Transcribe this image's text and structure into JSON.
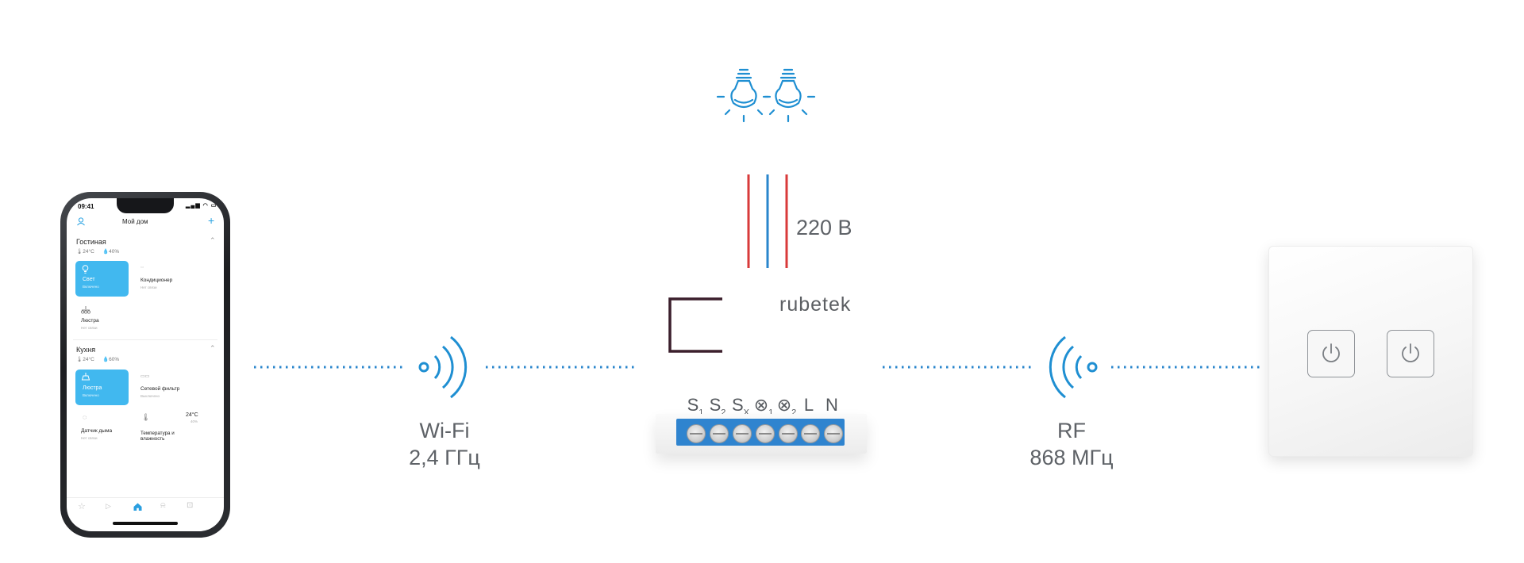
{
  "phone": {
    "status_time": "09:41",
    "header_title": "Мой дом",
    "rooms": [
      {
        "name": "Гостиная",
        "temp": "24°C",
        "humidity": "40%",
        "devices": [
          {
            "name": "Свет",
            "status": "Включено",
            "active": true,
            "icon": "bulb-icon"
          },
          {
            "name": "Кондиционер",
            "status": "Нет связи",
            "active": false,
            "icon": "ac-icon"
          },
          {
            "name": "Люстра",
            "status": "Нет связи",
            "active": false,
            "icon": "chandelier-icon"
          }
        ]
      },
      {
        "name": "Кухня",
        "temp": "24°C",
        "humidity": "60%",
        "devices": [
          {
            "name": "Люстра",
            "status": "Включено",
            "active": true,
            "icon": "chandelier-icon"
          },
          {
            "name": "Сетевой фильтр",
            "status": "Выключено",
            "active": false,
            "icon": "power-strip-icon"
          },
          {
            "name": "Датчик дыма",
            "status": "Нет связи",
            "active": false,
            "icon": "smoke-sensor-icon"
          },
          {
            "name": "Температура и влажность",
            "status": "",
            "active": false,
            "icon": "thermometer-icon",
            "reading_temp": "24°C",
            "reading_hum": "40%"
          }
        ]
      }
    ],
    "tabbar_icons": [
      "star-icon",
      "play-icon",
      "home-icon",
      "bell-icon",
      "lock-icon"
    ]
  },
  "links": {
    "wifi": {
      "title": "Wi-Fi",
      "frequency": "2,4 ГГц"
    },
    "rf": {
      "title": "RF",
      "frequency": "868 МГц"
    }
  },
  "relay": {
    "voltage": "220 В",
    "brand": "rubetek",
    "terminals": [
      {
        "main": "S",
        "sub": "1"
      },
      {
        "main": "S",
        "sub": "2"
      },
      {
        "main": "S",
        "sub": "X"
      },
      {
        "main": "⊗",
        "sub": "1"
      },
      {
        "main": "⊗",
        "sub": "2"
      },
      {
        "main": "L",
        "sub": ""
      },
      {
        "main": "N",
        "sub": ""
      }
    ]
  },
  "colors": {
    "accent_blue": "#1a8fd0",
    "wire_red": "#d83a3a",
    "wire_blue": "#2a86cc",
    "tile_blue": "#41b8ef",
    "text_gray": "#5e6267"
  }
}
